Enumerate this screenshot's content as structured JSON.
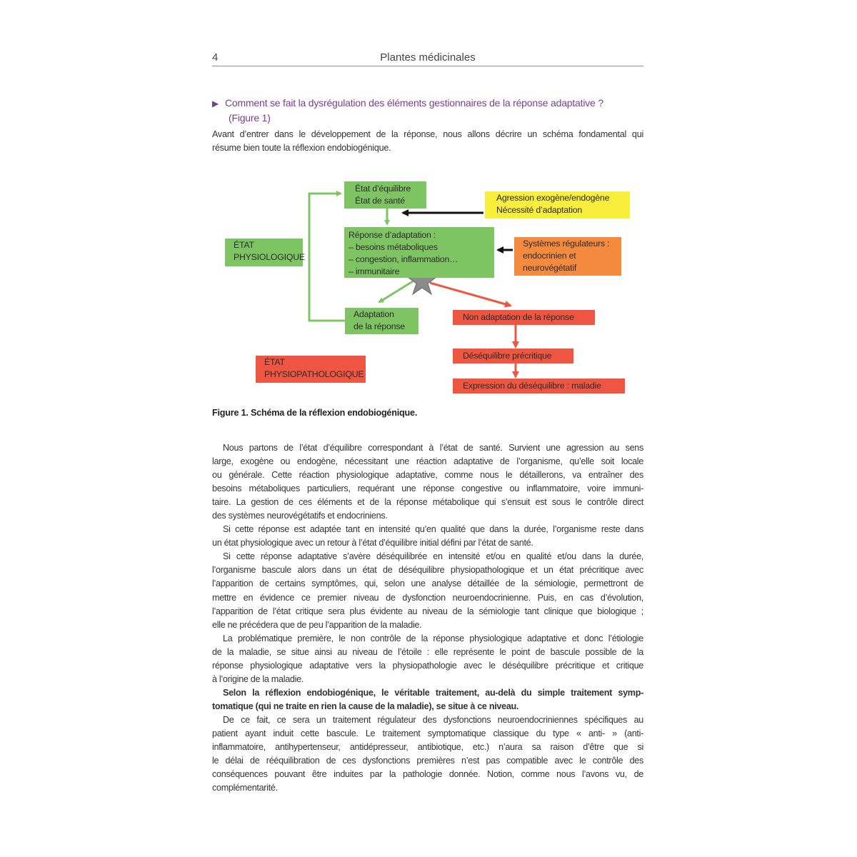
{
  "header": {
    "page_number": "4",
    "running_title": "Plantes médicinales"
  },
  "question": {
    "bullet_icon": "triangle-right",
    "line1": "Comment se fait la dysrégulation des éléments gestionnaires de la réponse adaptative ?",
    "line2": "(Figure 1)"
  },
  "intro": [
    "Avant d’entrer dans le développement de la réponse, nous allons décrire un schéma fondamental qui",
    "résume bien toute la réflexion endobiogénique."
  ],
  "figure": {
    "colors": {
      "green": "#7fc463",
      "yellow": "#f8ee3c",
      "orange": "#f48a3e",
      "red": "#ee5641",
      "star": "#8a8a8a"
    },
    "etat_equilibre": [
      "État d’équilibre",
      "État de santé"
    ],
    "agression": [
      "Agression exogène/endogène",
      "Nécessité d’adaptation"
    ],
    "etat_physiologique": [
      "ÉTAT",
      "PHYSIOLOGIQUE"
    ],
    "reponse": [
      "Réponse d’adaptation :",
      "– besoins métaboliques",
      "– congestion, inflammation…",
      "– immunitaire"
    ],
    "systemes": [
      "Systèmes régulateurs :",
      "endocrinien et",
      "neurovégétatif"
    ],
    "adaptation": [
      "Adaptation",
      "de la réponse"
    ],
    "non_adaptation": "Non adaptation de la réponse",
    "etat_physiopathologique": [
      "ÉTAT",
      "PHYSIOPATHOLOGIQUE"
    ],
    "desequilibre": "Déséquilibre précritique",
    "expression": "Expression du déséquilibre : maladie",
    "caption": "Figure 1. Schéma de la réflexion endobiogénique."
  },
  "body": [
    {
      "bold": false,
      "lines": [
        "Nous partons de l’état d’équilibre correspondant à l’état de santé. Survient une agression au sens",
        "large, exogène ou endogène, nécessitant une réaction adaptative de l’organisme, qu’elle soit locale",
        "ou générale. Cette réaction physiologique adaptative, comme nous le détaillerons, va entraîner des",
        "besoins métaboliques particuliers, requérant une réponse congestive ou inflammatoire, voire immuni-",
        "taire. La gestion de ces éléments et de la réponse métabolique qui s’ensuit est sous le contrôle direct",
        "des systèmes neurovégétatifs et endocriniens."
      ]
    },
    {
      "bold": false,
      "lines": [
        "Si cette réponse est adaptée tant en intensité qu’en qualité que dans la durée, l’organisme reste dans",
        "un état physiologique avec un retour à l’état d’équilibre initial défini par l’état de santé."
      ]
    },
    {
      "bold": false,
      "lines": [
        "Si cette réponse adaptative s’avère déséquilibrée en intensité et/ou en qualité et/ou dans la durée,",
        "l’organisme bascule alors dans un état de déséquilibre physiopathologique et un état précritique avec",
        "l’apparition de certains symptômes, qui, selon une analyse détaillée de la sémiologie, permettront de",
        "mettre en évidence ce premier niveau de dysfonction neuroendocrinienne. Puis, en cas d’évolution,",
        "l’apparition de l’état critique sera plus évidente au niveau de la sémiologie tant clinique que biologique ;",
        "elle ne précédera que de peu l’apparition de la maladie."
      ]
    },
    {
      "bold": false,
      "lines": [
        "La problématique première, le non contrôle de la réponse physiologique adaptative et donc l’étiologie",
        "de la maladie, se situe ainsi au niveau de l’étoile : elle représente le point de bascule possible de la",
        "réponse physiologique adaptative vers la physiopathologie avec le déséquilibre précritique et critique",
        "à l’origine de la maladie."
      ]
    },
    {
      "bold": true,
      "lines": [
        "Selon la réflexion endobiogénique, le véritable traitement, au-delà du simple traitement symp-",
        "tomatique (qui ne traite en rien la cause de la maladie), se situe à ce niveau."
      ]
    },
    {
      "bold": false,
      "lines": [
        "De ce fait, ce sera un traitement régulateur des dysfonctions neuroendocriniennes spécifiques au",
        "patient ayant induit cette bascule. Le traitement symptomatique classique du type « anti- » (anti-",
        "inflammatoire, antihypertenseur, antidépresseur, antibiotique, etc.) n’aura sa raison d’être que si",
        "le délai de rééquilibration de ces dysfonctions premières n’est pas compatible avec le contrôle des",
        "conséquences pouvant être induites par la pathologie donnée. Notion, comme nous l’avons vu, de",
        "complémentarité."
      ]
    }
  ]
}
